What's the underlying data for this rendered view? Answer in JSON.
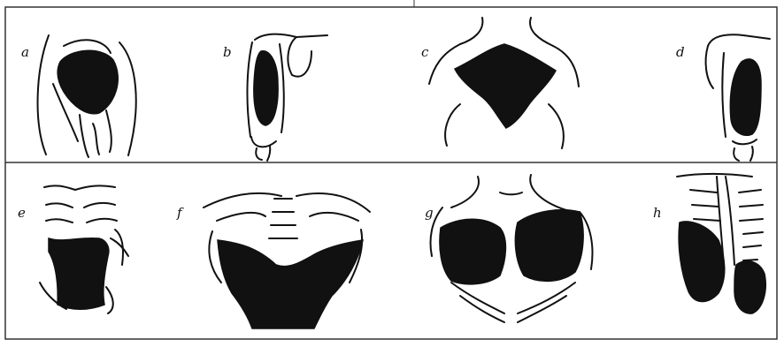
{
  "figure": {
    "panels": [
      {
        "id": "a",
        "label": "a",
        "icon": "shoulder-region-shaded-icon"
      },
      {
        "id": "b",
        "label": "b",
        "icon": "upper-arm-shaded-icon"
      },
      {
        "id": "c",
        "label": "c",
        "icon": "upper-back-diamond-shaded-icon"
      },
      {
        "id": "d",
        "label": "d",
        "icon": "upper-arm-lateral-shaded-icon"
      },
      {
        "id": "e",
        "label": "e",
        "icon": "lower-back-column-shaded-icon"
      },
      {
        "id": "f",
        "label": "f",
        "icon": "upper-back-wide-shaded-icon"
      },
      {
        "id": "g",
        "label": "g",
        "icon": "chest-bilateral-shaded-icon"
      },
      {
        "id": "h",
        "label": "h",
        "icon": "ribcage-side-shaded-icon"
      }
    ],
    "colors": {
      "ink": "#111111",
      "background": "#ffffff",
      "frame": "#333333"
    }
  }
}
